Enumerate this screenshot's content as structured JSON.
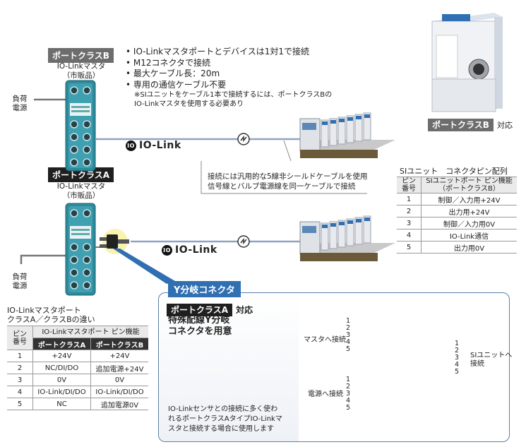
{
  "masterB": {
    "tag": "ポートクラスB",
    "name": "IO-Linkマスタ",
    "sub": "（市販品）",
    "load": "負荷\n電源"
  },
  "masterA": {
    "tag": "ポートクラスA",
    "name": "IO-Linkマスタ",
    "sub": "（市販品）",
    "load": "負荷\n電源"
  },
  "bullets": [
    "IO-Linkマスタポートとデバイスは1対1で接続",
    "M12コネクタで接続",
    "最大ケーブル長：20m",
    "専用の通信ケーブル不要"
  ],
  "bullet_note": "※SIユニットをケーブル1本で接続するには、ポートクラスBの\nIO-Linkマスタを使用する必要あり",
  "iolink_label": "IO-Link",
  "iolink_mark": "IO",
  "cable_note": "接続には汎用的な5線非シールドケーブルを使用\n信号線とバルブ電源線を同一ケーブルで接続",
  "product_tag": "ポートクラスB",
  "product_suffix": "対応",
  "si_table": {
    "title": "SIユニット　コネクタピン配列",
    "head_pin": "ピン\n番号",
    "head_func": "SIユニットポート ピン機能\n（ポートクラスB）",
    "rows": [
      [
        "1",
        "制御／入力用+24V"
      ],
      [
        "2",
        "出力用+24V"
      ],
      [
        "3",
        "制御／入力用0V"
      ],
      [
        "4",
        "IO-Link通信"
      ],
      [
        "5",
        "出力用0V"
      ]
    ]
  },
  "master_table": {
    "title": "IO-Linkマスタポート\nクラスA／クラスBの違い",
    "head_pin": "ピン\n番号",
    "head_func": "IO-Linkマスタポート ピン機能",
    "class_a": "ポートクラスA",
    "class_b": "ポートクラスB",
    "rows": [
      [
        "1",
        "+24V",
        "+24V"
      ],
      [
        "2",
        "NC/DI/DO",
        "追加電源+24V"
      ],
      [
        "3",
        "0V",
        "0V"
      ],
      [
        "4",
        "IO-Link/DI/DO",
        "IO-Link/DI/DO"
      ],
      [
        "5",
        "NC",
        "追加電源0V"
      ]
    ]
  },
  "y_panel": {
    "tag": "Y分岐コネクタ",
    "class_tag": "ポートクラスA",
    "class_suffix": "対応",
    "headline": "特殊配線Y分岐\nコネクタを用意",
    "desc": "IO-Linkセンサとの接続に多く使わ\nれるポートクラスAタイプIO-Linkマ\nスタと接続する場合に使用します",
    "to_master": "マスタへ接続",
    "to_power": "電源へ接続",
    "to_si": "SIユニットへ\n接続",
    "pins": [
      "1",
      "2",
      "3",
      "4",
      "5"
    ]
  },
  "colors": {
    "teal": "#2d8a9a",
    "accent": "#2f6fb2",
    "gray_tag": "#6d6d6d"
  }
}
